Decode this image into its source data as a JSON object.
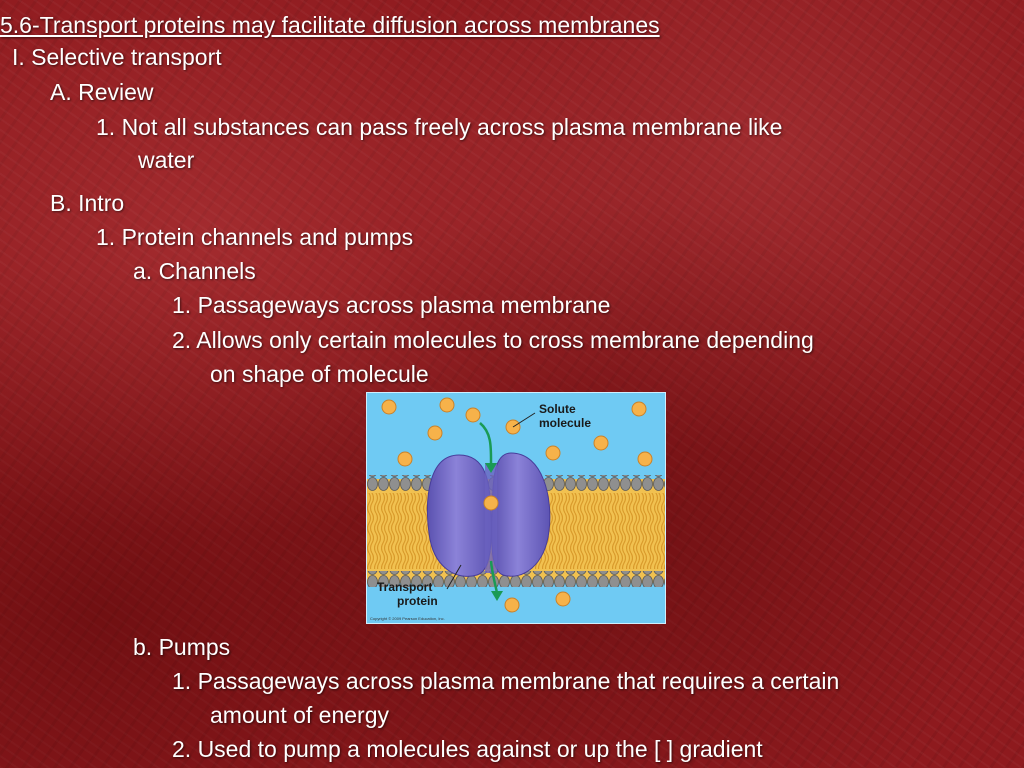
{
  "slide": {
    "title": "5.6-Transport proteins may facilitate diffusion across membranes",
    "lines": [
      "I.  Selective transport",
      "A.  Review",
      "1.  Not all substances can pass freely across plasma membrane like",
      "water",
      "B.  Intro",
      "1.  Protein channels and pumps",
      "a.  Channels",
      "1.  Passageways across plasma membrane",
      "2.  Allows only certain molecules to cross membrane depending",
      "on shape of molecule",
      "b.  Pumps",
      "1.  Passageways across plasma membrane that requires a certain",
      "amount of energy",
      "2.  Used to pump a molecules against or up the [ ] gradient"
    ]
  },
  "figure": {
    "solute_label_line1": "Solute",
    "solute_label_line2": "molecule",
    "protein_label_line1": "Transport",
    "protein_label_line2": "protein",
    "credit": "Copyright © 2009 Pearson Education, Inc.",
    "colors": {
      "background": "#6fcaf3",
      "protein": "#7b72c8",
      "head": "#8f8f8f",
      "tails": "#f1c150",
      "solute": "#f6b24a",
      "arrow": "#1a9a55"
    }
  }
}
